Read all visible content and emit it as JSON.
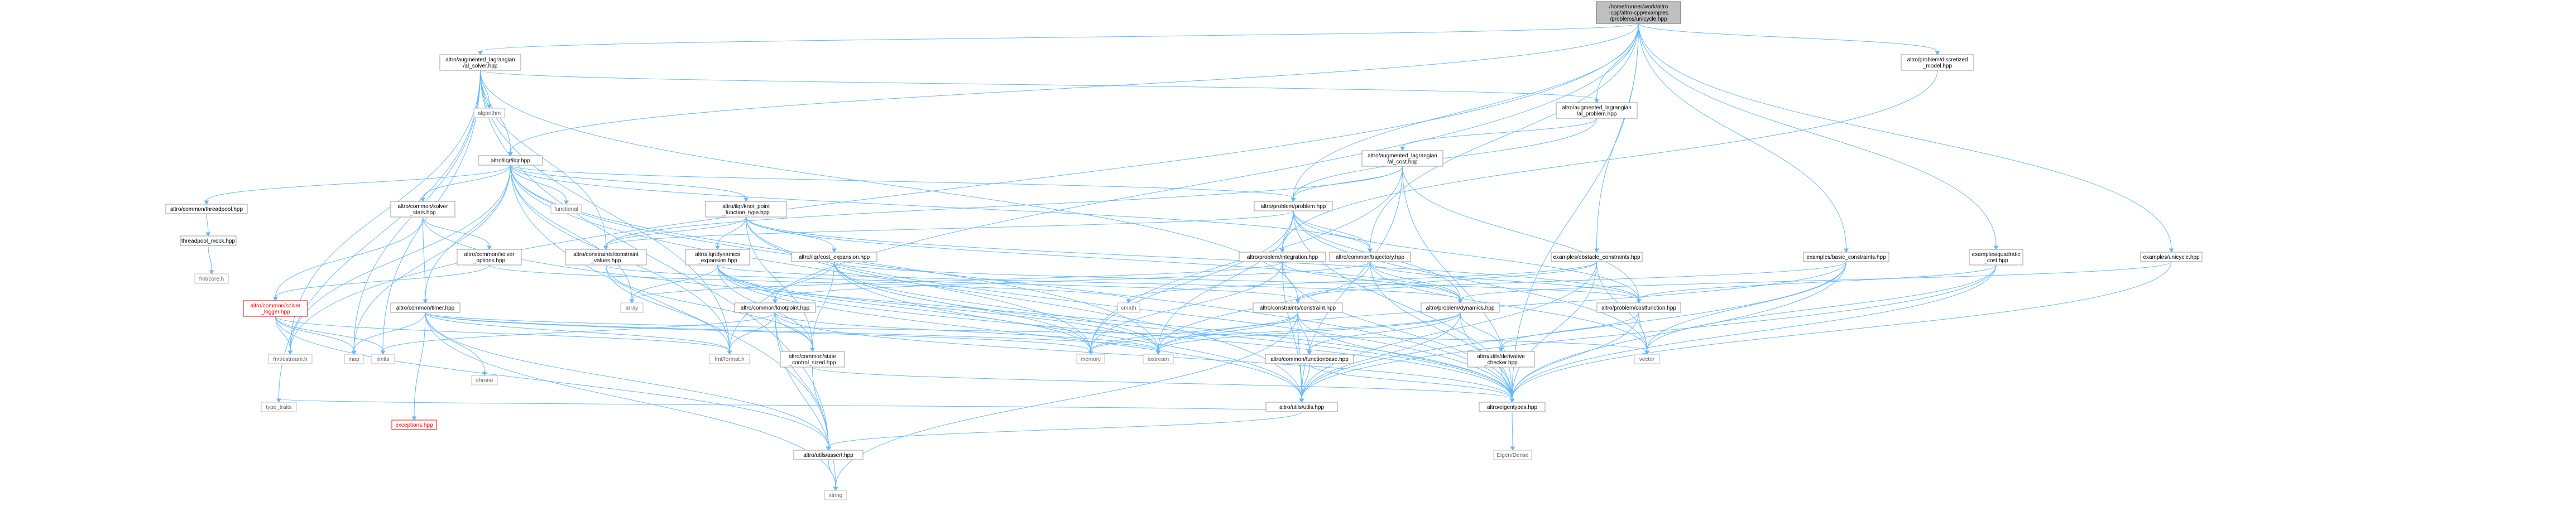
{
  "title": "",
  "nodes": [
    {
      "id": "root",
      "lines": [
        "/home/runner/work/altro",
        "-cpp/altro-cpp/examples",
        "/problems/unicycle.hpp"
      ],
      "style": "root"
    },
    {
      "id": "al_solver",
      "lines": [
        "altro/augmented_lagrangian",
        "/al_solver.hpp"
      ]
    },
    {
      "id": "discretized_model",
      "lines": [
        "altro/problem/discretized",
        "_model.hpp"
      ]
    },
    {
      "id": "al_problem",
      "lines": [
        "altro/augmented_lagrangian",
        "/al_problem.hpp"
      ]
    },
    {
      "id": "al_cost",
      "lines": [
        "altro/augmented_lagrangian",
        "/al_cost.hpp"
      ]
    },
    {
      "id": "algorithm",
      "lines": [
        "algorithm"
      ],
      "style": "plain"
    },
    {
      "id": "ilqr",
      "lines": [
        "altro/ilqr/ilqr.hpp"
      ]
    },
    {
      "id": "functional",
      "lines": [
        "functional"
      ],
      "style": "plain"
    },
    {
      "id": "threadpool",
      "lines": [
        "altro/common/threadpool.hpp"
      ]
    },
    {
      "id": "threadpool_mock",
      "lines": [
        "threadpool_mock.hpp"
      ]
    },
    {
      "id": "fmt_core",
      "lines": [
        "fmt/core.h"
      ],
      "style": "plain"
    },
    {
      "id": "solver_stats",
      "lines": [
        "altro/common/solver",
        "_stats.hpp"
      ]
    },
    {
      "id": "solver_options",
      "lines": [
        "altro/common/solver",
        "_options.hpp"
      ]
    },
    {
      "id": "solver_logger",
      "lines": [
        "altro/common/solver",
        "_logger.hpp"
      ],
      "style": "red"
    },
    {
      "id": "timer",
      "lines": [
        "altro/common/timer.hpp"
      ]
    },
    {
      "id": "exceptions",
      "lines": [
        "exceptions.hpp"
      ],
      "style": "red"
    },
    {
      "id": "chrono",
      "lines": [
        "chrono"
      ],
      "style": "plain"
    },
    {
      "id": "knot_point_function_type",
      "lines": [
        "altro/ilqr/knot_point",
        "_function_type.hpp"
      ]
    },
    {
      "id": "constraint_values",
      "lines": [
        "altro/constraints/constraint",
        "_values.hpp"
      ]
    },
    {
      "id": "dynamics_expansion",
      "lines": [
        "altro/ilqr/dynamics",
        "_expansion.hpp"
      ]
    },
    {
      "id": "cost_expansion",
      "lines": [
        "altro/ilqr/cost_expansion.hpp"
      ]
    },
    {
      "id": "problem",
      "lines": [
        "altro/problem/problem.hpp"
      ]
    },
    {
      "id": "integration",
      "lines": [
        "altro/problem/integration.hpp"
      ]
    },
    {
      "id": "trajectory",
      "lines": [
        "altro/common/trajectory.hpp"
      ]
    },
    {
      "id": "obstacle_constraints",
      "lines": [
        "examples/obstacle_constraints.hpp"
      ]
    },
    {
      "id": "basic_constraints",
      "lines": [
        "examples/basic_constraints.hpp"
      ]
    },
    {
      "id": "quadratic_cost",
      "lines": [
        "examples/quadratic",
        "_cost.hpp"
      ]
    },
    {
      "id": "unicycle",
      "lines": [
        "examples/unicycle.hpp"
      ]
    },
    {
      "id": "knotpoint",
      "lines": [
        "altro/common/knotpoint.hpp"
      ]
    },
    {
      "id": "constraint",
      "lines": [
        "altro/constraints/constraint.hpp"
      ]
    },
    {
      "id": "dynamics",
      "lines": [
        "altro/problem/dynamics.hpp"
      ]
    },
    {
      "id": "costfunction",
      "lines": [
        "altro/problem/costfunction.hpp"
      ]
    },
    {
      "id": "cmath",
      "lines": [
        "cmath"
      ],
      "style": "plain"
    },
    {
      "id": "array",
      "lines": [
        "array"
      ],
      "style": "plain"
    },
    {
      "id": "state_control_sized",
      "lines": [
        "altro/common/state",
        "_control_sized.hpp"
      ]
    },
    {
      "id": "functionbase",
      "lines": [
        "altro/common/functionbase.hpp"
      ]
    },
    {
      "id": "derivative_checker",
      "lines": [
        "altro/utils/derivative",
        "_checker.hpp"
      ]
    },
    {
      "id": "fmt_ostream",
      "lines": [
        "fmt/ostream.h"
      ],
      "style": "plain"
    },
    {
      "id": "map",
      "lines": [
        "map"
      ],
      "style": "plain"
    },
    {
      "id": "limits",
      "lines": [
        "limits"
      ],
      "style": "plain"
    },
    {
      "id": "fmt_format",
      "lines": [
        "fmt/format.h"
      ],
      "style": "plain"
    },
    {
      "id": "memory",
      "lines": [
        "memory"
      ],
      "style": "plain"
    },
    {
      "id": "iostream",
      "lines": [
        "iostream"
      ],
      "style": "plain"
    },
    {
      "id": "vector",
      "lines": [
        "vector"
      ],
      "style": "plain"
    },
    {
      "id": "type_traits",
      "lines": [
        "type_traits"
      ],
      "style": "plain"
    },
    {
      "id": "utils",
      "lines": [
        "altro/utils/utils.hpp"
      ]
    },
    {
      "id": "eigentypes",
      "lines": [
        "altro/eigentypes.hpp"
      ]
    },
    {
      "id": "assert",
      "lines": [
        "altro/utils/assert.hpp"
      ]
    },
    {
      "id": "eigen_dense",
      "lines": [
        "Eigen/Dense"
      ],
      "style": "plain"
    },
    {
      "id": "string",
      "lines": [
        "string"
      ],
      "style": "plain"
    }
  ],
  "edges": [
    [
      "root",
      "al_solver"
    ],
    [
      "root",
      "discretized_model"
    ],
    [
      "root",
      "al_problem"
    ],
    [
      "root",
      "ilqr"
    ],
    [
      "root",
      "problem"
    ],
    [
      "root",
      "trajectory"
    ],
    [
      "root",
      "obstacle_constraints"
    ],
    [
      "root",
      "basic_constraints"
    ],
    [
      "root",
      "quadratic_cost"
    ],
    [
      "root",
      "unicycle"
    ],
    [
      "root",
      "eigentypes"
    ],
    [
      "root",
      "fmt_format"
    ],
    [
      "root",
      "fmt_ostream"
    ],
    [
      "al_solver",
      "algorithm"
    ],
    [
      "al_solver",
      "ilqr"
    ],
    [
      "al_solver",
      "al_problem"
    ],
    [
      "al_solver",
      "constraint_values"
    ],
    [
      "al_solver",
      "constraint"
    ],
    [
      "al_solver",
      "fmt_ostream"
    ],
    [
      "al_solver",
      "fmt_format"
    ],
    [
      "al_solver",
      "map"
    ],
    [
      "al_solver",
      "limits"
    ],
    [
      "al_solver",
      "type_traits"
    ],
    [
      "al_solver",
      "assert"
    ],
    [
      "discretized_model",
      "integration"
    ],
    [
      "al_problem",
      "al_cost"
    ],
    [
      "al_problem",
      "problem"
    ],
    [
      "al_cost",
      "problem"
    ],
    [
      "al_cost",
      "constraint_values"
    ],
    [
      "al_cost",
      "costfunction"
    ],
    [
      "al_cost",
      "eigentypes"
    ],
    [
      "al_cost",
      "memory"
    ],
    [
      "al_cost",
      "utils"
    ],
    [
      "ilqr",
      "functional"
    ],
    [
      "ilqr",
      "threadpool"
    ],
    [
      "ilqr",
      "solver_stats"
    ],
    [
      "ilqr",
      "timer"
    ],
    [
      "ilqr",
      "knot_point_function_type"
    ],
    [
      "ilqr",
      "problem"
    ],
    [
      "ilqr",
      "trajectory"
    ],
    [
      "ilqr",
      "array"
    ],
    [
      "ilqr",
      "fmt_format"
    ],
    [
      "ilqr",
      "fmt_ostream"
    ],
    [
      "ilqr",
      "map"
    ],
    [
      "ilqr",
      "iostream"
    ],
    [
      "ilqr",
      "utils"
    ],
    [
      "ilqr",
      "assert"
    ],
    [
      "ilqr",
      "eigentypes"
    ],
    [
      "threadpool",
      "threadpool_mock"
    ],
    [
      "threadpool_mock",
      "fmt_core"
    ],
    [
      "solver_stats",
      "solver_options"
    ],
    [
      "solver_stats",
      "solver_logger"
    ],
    [
      "solver_stats",
      "timer"
    ],
    [
      "solver_stats",
      "eigentypes"
    ],
    [
      "solver_options",
      "solver_logger"
    ],
    [
      "solver_options",
      "cmath"
    ],
    [
      "solver_logger",
      "map"
    ],
    [
      "solver_logger",
      "limits"
    ],
    [
      "solver_logger",
      "fmt_format"
    ],
    [
      "solver_logger",
      "fmt_ostream"
    ],
    [
      "solver_logger",
      "assert"
    ],
    [
      "timer",
      "exceptions"
    ],
    [
      "timer",
      "chrono"
    ],
    [
      "timer",
      "string"
    ],
    [
      "timer",
      "map"
    ],
    [
      "timer",
      "memory"
    ],
    [
      "timer",
      "iostream"
    ],
    [
      "timer",
      "vector"
    ],
    [
      "timer",
      "fmt_format"
    ],
    [
      "timer",
      "assert"
    ],
    [
      "knot_point_function_type",
      "constraint_values"
    ],
    [
      "knot_point_function_type",
      "dynamics_expansion"
    ],
    [
      "knot_point_function_type",
      "cost_expansion"
    ],
    [
      "knot_point_function_type",
      "dynamics"
    ],
    [
      "knot_point_function_type",
      "costfunction"
    ],
    [
      "knot_point_function_type",
      "state_control_sized"
    ],
    [
      "knot_point_function_type",
      "memory"
    ],
    [
      "knot_point_function_type",
      "eigentypes"
    ],
    [
      "constraint_values",
      "constraint"
    ],
    [
      "constraint_values",
      "state_control_sized"
    ],
    [
      "constraint_values",
      "fmt_format"
    ],
    [
      "dynamics_expansion",
      "knotpoint"
    ],
    [
      "dynamics_expansion",
      "dynamics"
    ],
    [
      "dynamics_expansion",
      "state_control_sized"
    ],
    [
      "dynamics_expansion",
      "utils"
    ],
    [
      "dynamics_expansion",
      "eigentypes"
    ],
    [
      "dynamics_expansion",
      "memory"
    ],
    [
      "dynamics_expansion",
      "iostream"
    ],
    [
      "dynamics_expansion",
      "array"
    ],
    [
      "cost_expansion",
      "knotpoint"
    ],
    [
      "cost_expansion",
      "costfunction"
    ],
    [
      "cost_expansion",
      "state_control_sized"
    ],
    [
      "cost_expansion",
      "utils"
    ],
    [
      "cost_expansion",
      "eigentypes"
    ],
    [
      "cost_expansion",
      "memory"
    ],
    [
      "cost_expansion",
      "iostream"
    ],
    [
      "problem",
      "trajectory"
    ],
    [
      "problem",
      "dynamics"
    ],
    [
      "problem",
      "costfunction"
    ],
    [
      "problem",
      "integration"
    ],
    [
      "problem",
      "constraint_values"
    ],
    [
      "problem",
      "eigentypes"
    ],
    [
      "problem",
      "memory"
    ],
    [
      "problem",
      "vector"
    ],
    [
      "problem",
      "iostream"
    ],
    [
      "integration",
      "dynamics"
    ],
    [
      "integration",
      "array"
    ],
    [
      "integration",
      "memory"
    ],
    [
      "integration",
      "eigentypes"
    ],
    [
      "integration",
      "utils"
    ],
    [
      "trajectory",
      "knotpoint"
    ],
    [
      "trajectory",
      "costfunction"
    ],
    [
      "trajectory",
      "dynamics"
    ],
    [
      "trajectory",
      "vector"
    ],
    [
      "trajectory",
      "iostream"
    ],
    [
      "trajectory",
      "eigentypes"
    ],
    [
      "obstacle_constraints",
      "constraint"
    ],
    [
      "obstacle_constraints",
      "eigentypes"
    ],
    [
      "obstacle_constraints",
      "utils"
    ],
    [
      "obstacle_constraints",
      "cmath"
    ],
    [
      "obstacle_constraints",
      "vector"
    ],
    [
      "basic_constraints",
      "constraint"
    ],
    [
      "basic_constraints",
      "eigentypes"
    ],
    [
      "basic_constraints",
      "utils"
    ],
    [
      "basic_constraints",
      "vector"
    ],
    [
      "basic_constraints",
      "iostream"
    ],
    [
      "quadratic_cost",
      "costfunction"
    ],
    [
      "quadratic_cost",
      "eigentypes"
    ],
    [
      "quadratic_cost",
      "utils"
    ],
    [
      "quadratic_cost",
      "vector"
    ],
    [
      "unicycle",
      "dynamics"
    ],
    [
      "unicycle",
      "eigentypes"
    ],
    [
      "knotpoint",
      "state_control_sized"
    ],
    [
      "knotpoint",
      "eigentypes"
    ],
    [
      "knotpoint",
      "fmt_format"
    ],
    [
      "knotpoint",
      "iostream"
    ],
    [
      "knotpoint",
      "limits"
    ],
    [
      "knotpoint",
      "string"
    ],
    [
      "knotpoint",
      "assert"
    ],
    [
      "constraint",
      "functionbase"
    ],
    [
      "constraint",
      "eigentypes"
    ],
    [
      "constraint",
      "utils"
    ],
    [
      "constraint",
      "iostream"
    ],
    [
      "constraint",
      "memory"
    ],
    [
      "constraint",
      "string"
    ],
    [
      "dynamics",
      "functionbase"
    ],
    [
      "dynamics",
      "derivative_checker"
    ],
    [
      "dynamics",
      "eigentypes"
    ],
    [
      "dynamics",
      "utils"
    ],
    [
      "dynamics",
      "memory"
    ],
    [
      "dynamics",
      "iostream"
    ],
    [
      "costfunction",
      "derivative_checker"
    ],
    [
      "costfunction",
      "eigentypes"
    ],
    [
      "costfunction",
      "vector"
    ],
    [
      "state_control_sized",
      "assert"
    ],
    [
      "state_control_sized",
      "eigentypes"
    ],
    [
      "functionbase",
      "utils"
    ],
    [
      "functionbase",
      "eigentypes"
    ],
    [
      "derivative_checker",
      "eigentypes"
    ],
    [
      "utils",
      "assert"
    ],
    [
      "utils",
      "type_traits"
    ],
    [
      "eigentypes",
      "eigen_dense"
    ],
    [
      "assert",
      "string"
    ]
  ]
}
